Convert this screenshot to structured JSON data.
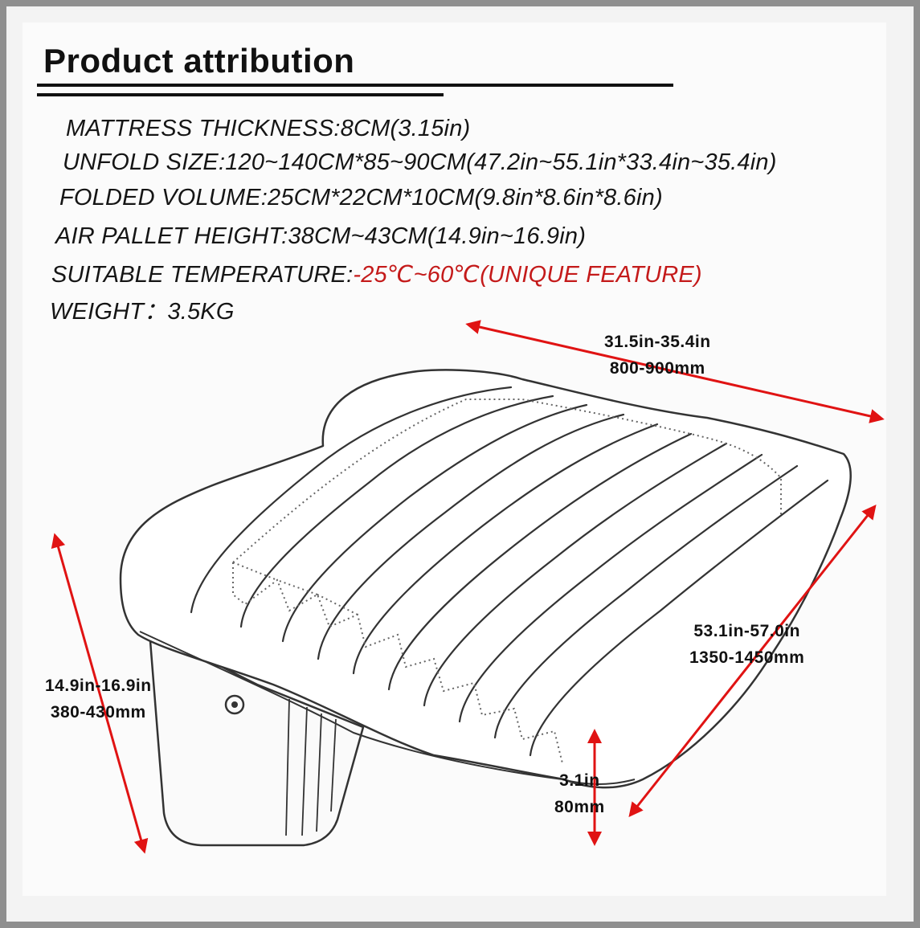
{
  "title": "Product attribution",
  "specs": {
    "thickness": "MATTRESS THICKNESS:8CM(3.15in)",
    "unfold": "UNFOLD SIZE:120~140CM*85~90CM(47.2in~55.1in*33.4in~35.4in)",
    "folded": "FOLDED VOLUME:25CM*22CM*10CM(9.8in*8.6in*8.6in)",
    "pallet": "AIR PALLET HEIGHT:38CM~43CM(14.9in~16.9in)",
    "temperature_label": "SUITABLE TEMPERATURE:",
    "temperature_value": "-25℃~60℃(UNIQUE FEATURE)",
    "weight": "WEIGHT：3.5KG"
  },
  "dimensions": {
    "width_in": "31.5in-35.4in",
    "width_mm": "800-900mm",
    "length_in": "53.1in-57.0in",
    "length_mm": "1350-1450mm",
    "height_in": "14.9in-16.9in",
    "height_mm": "380-430mm",
    "thickness_in": "3.1in",
    "thickness_mm": "80mm"
  },
  "colors": {
    "arrow": "#e01313",
    "highlight": "#c41a1a",
    "outline": "#333333"
  }
}
